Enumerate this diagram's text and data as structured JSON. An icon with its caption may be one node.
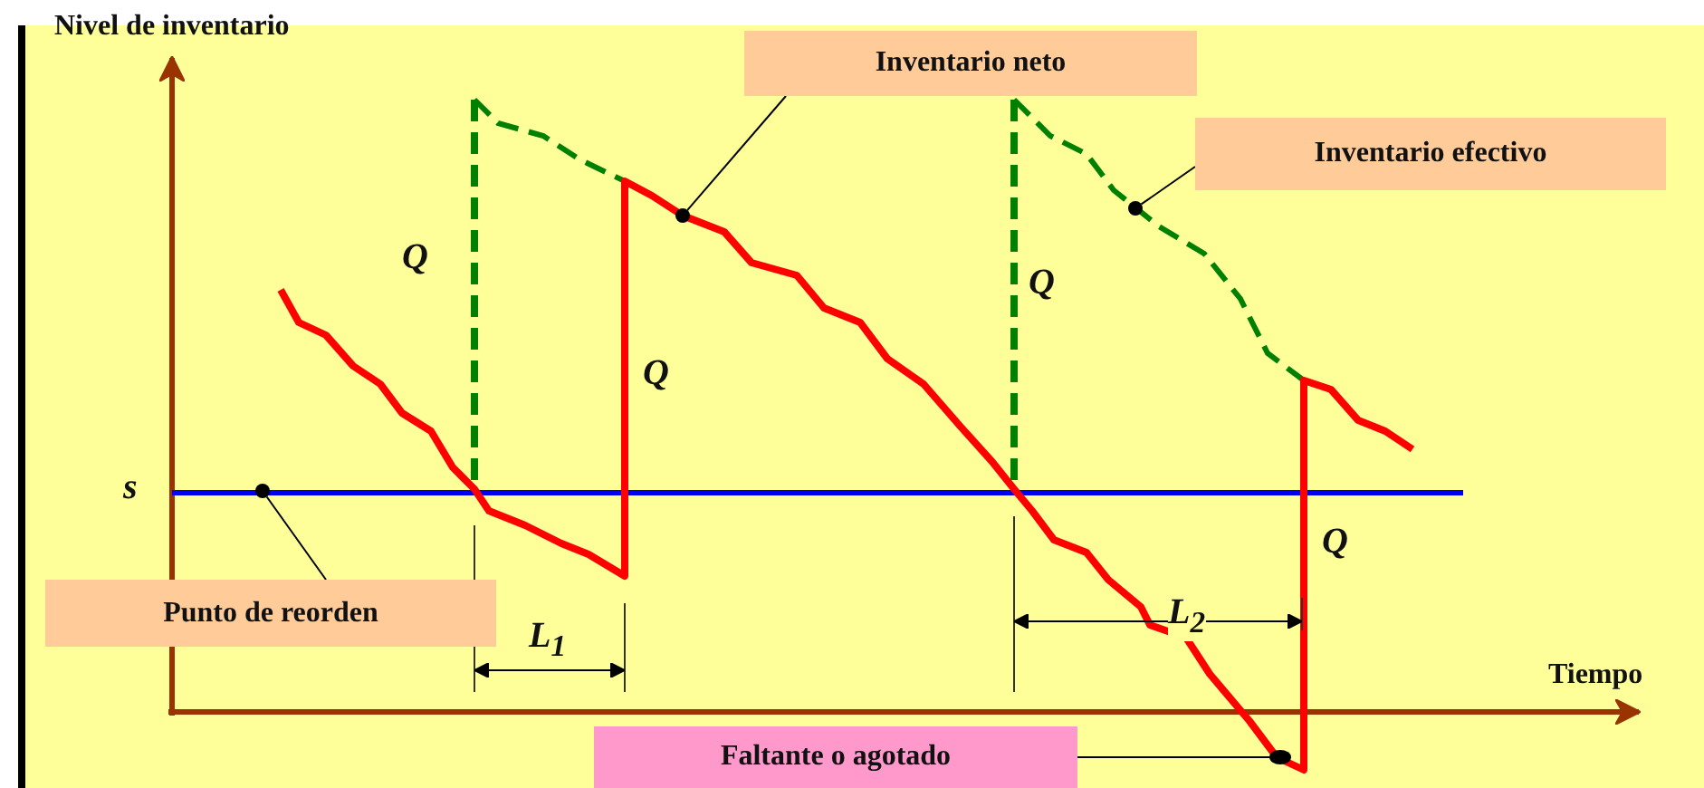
{
  "diagram": {
    "nodes": [
      {
        "text": [
          "Inventario neto"
        ]
      },
      {
        "text": [],
        "shape": "circle"
      },
      {
        "text": [
          "Inventario efectivo"
        ]
      },
      {
        "text": [],
        "shape": "circle"
      },
      {
        "text": [
          "Punto de reorden"
        ]
      },
      {
        "text": [],
        "shape": "circle"
      },
      {
        "text": [
          "Faltante o agotado"
        ]
      },
      {
        "text": [],
        "shape": "circle"
      }
    ],
    "edges": [
      {
        "from": 0,
        "to": 1,
        "arrow": "none"
      },
      {
        "from": 2,
        "to": 3,
        "arrow": "none"
      },
      {
        "from": 4,
        "to": 5,
        "arrow": "none"
      },
      {
        "from": 6,
        "to": 7,
        "arrow": "none"
      }
    ],
    "labels": [
      "Nivel de inventario",
      "Q",
      "Q",
      "Q",
      "s",
      "Q",
      "L$_{1}$",
      "L$_{2}$",
      "Tiempo"
    ]
  }
}
